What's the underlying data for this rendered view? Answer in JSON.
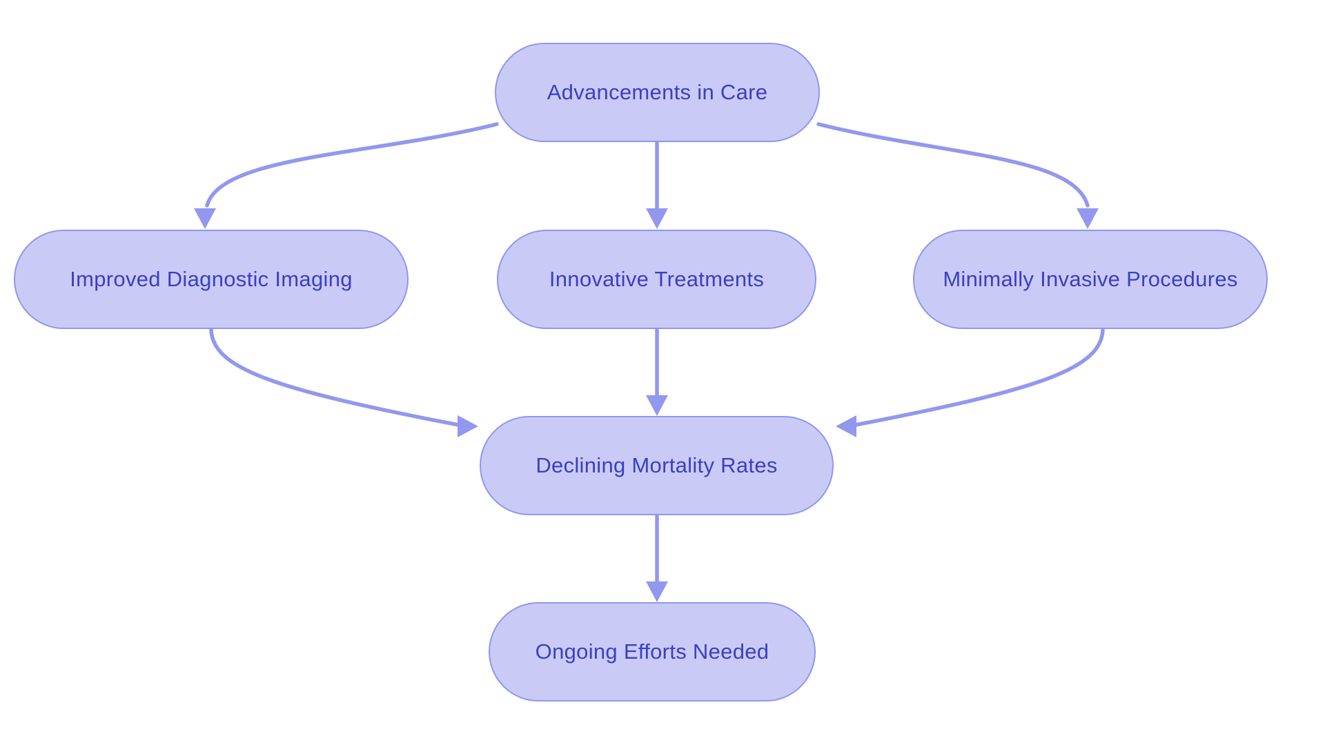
{
  "diagram": {
    "type": "flowchart",
    "background": "#ffffff",
    "colors": {
      "background": "#ffffff",
      "node_fill": "#c9cbf6",
      "node_border": "#9095ef",
      "arrow_color": "#9298ee",
      "text_color": "#3c3ec5"
    },
    "nodes": [
      {
        "id": "advancements",
        "label": "Advancements in Care"
      },
      {
        "id": "imaging",
        "label": "Improved Diagnostic Imaging"
      },
      {
        "id": "treatments",
        "label": "Innovative Treatments"
      },
      {
        "id": "procedures",
        "label": "Minimally Invasive Procedures"
      },
      {
        "id": "mortality",
        "label": "Declining Mortality Rates"
      },
      {
        "id": "efforts",
        "label": "Ongoing Efforts Needed"
      }
    ],
    "edges": [
      {
        "from": "Advancements in Care",
        "to": "Improved Diagnostic Imaging"
      },
      {
        "from": "Advancements in Care",
        "to": "Innovative Treatments"
      },
      {
        "from": "Advancements in Care",
        "to": "Minimally Invasive Procedures"
      },
      {
        "from": "Improved Diagnostic Imaging",
        "to": "Declining Mortality Rates"
      },
      {
        "from": "Innovative Treatments",
        "to": "Declining Mortality Rates"
      },
      {
        "from": "Minimally Invasive Procedures",
        "to": "Declining Mortality Rates"
      },
      {
        "from": "Declining Mortality Rates",
        "to": "Ongoing Efforts Needed"
      }
    ]
  }
}
